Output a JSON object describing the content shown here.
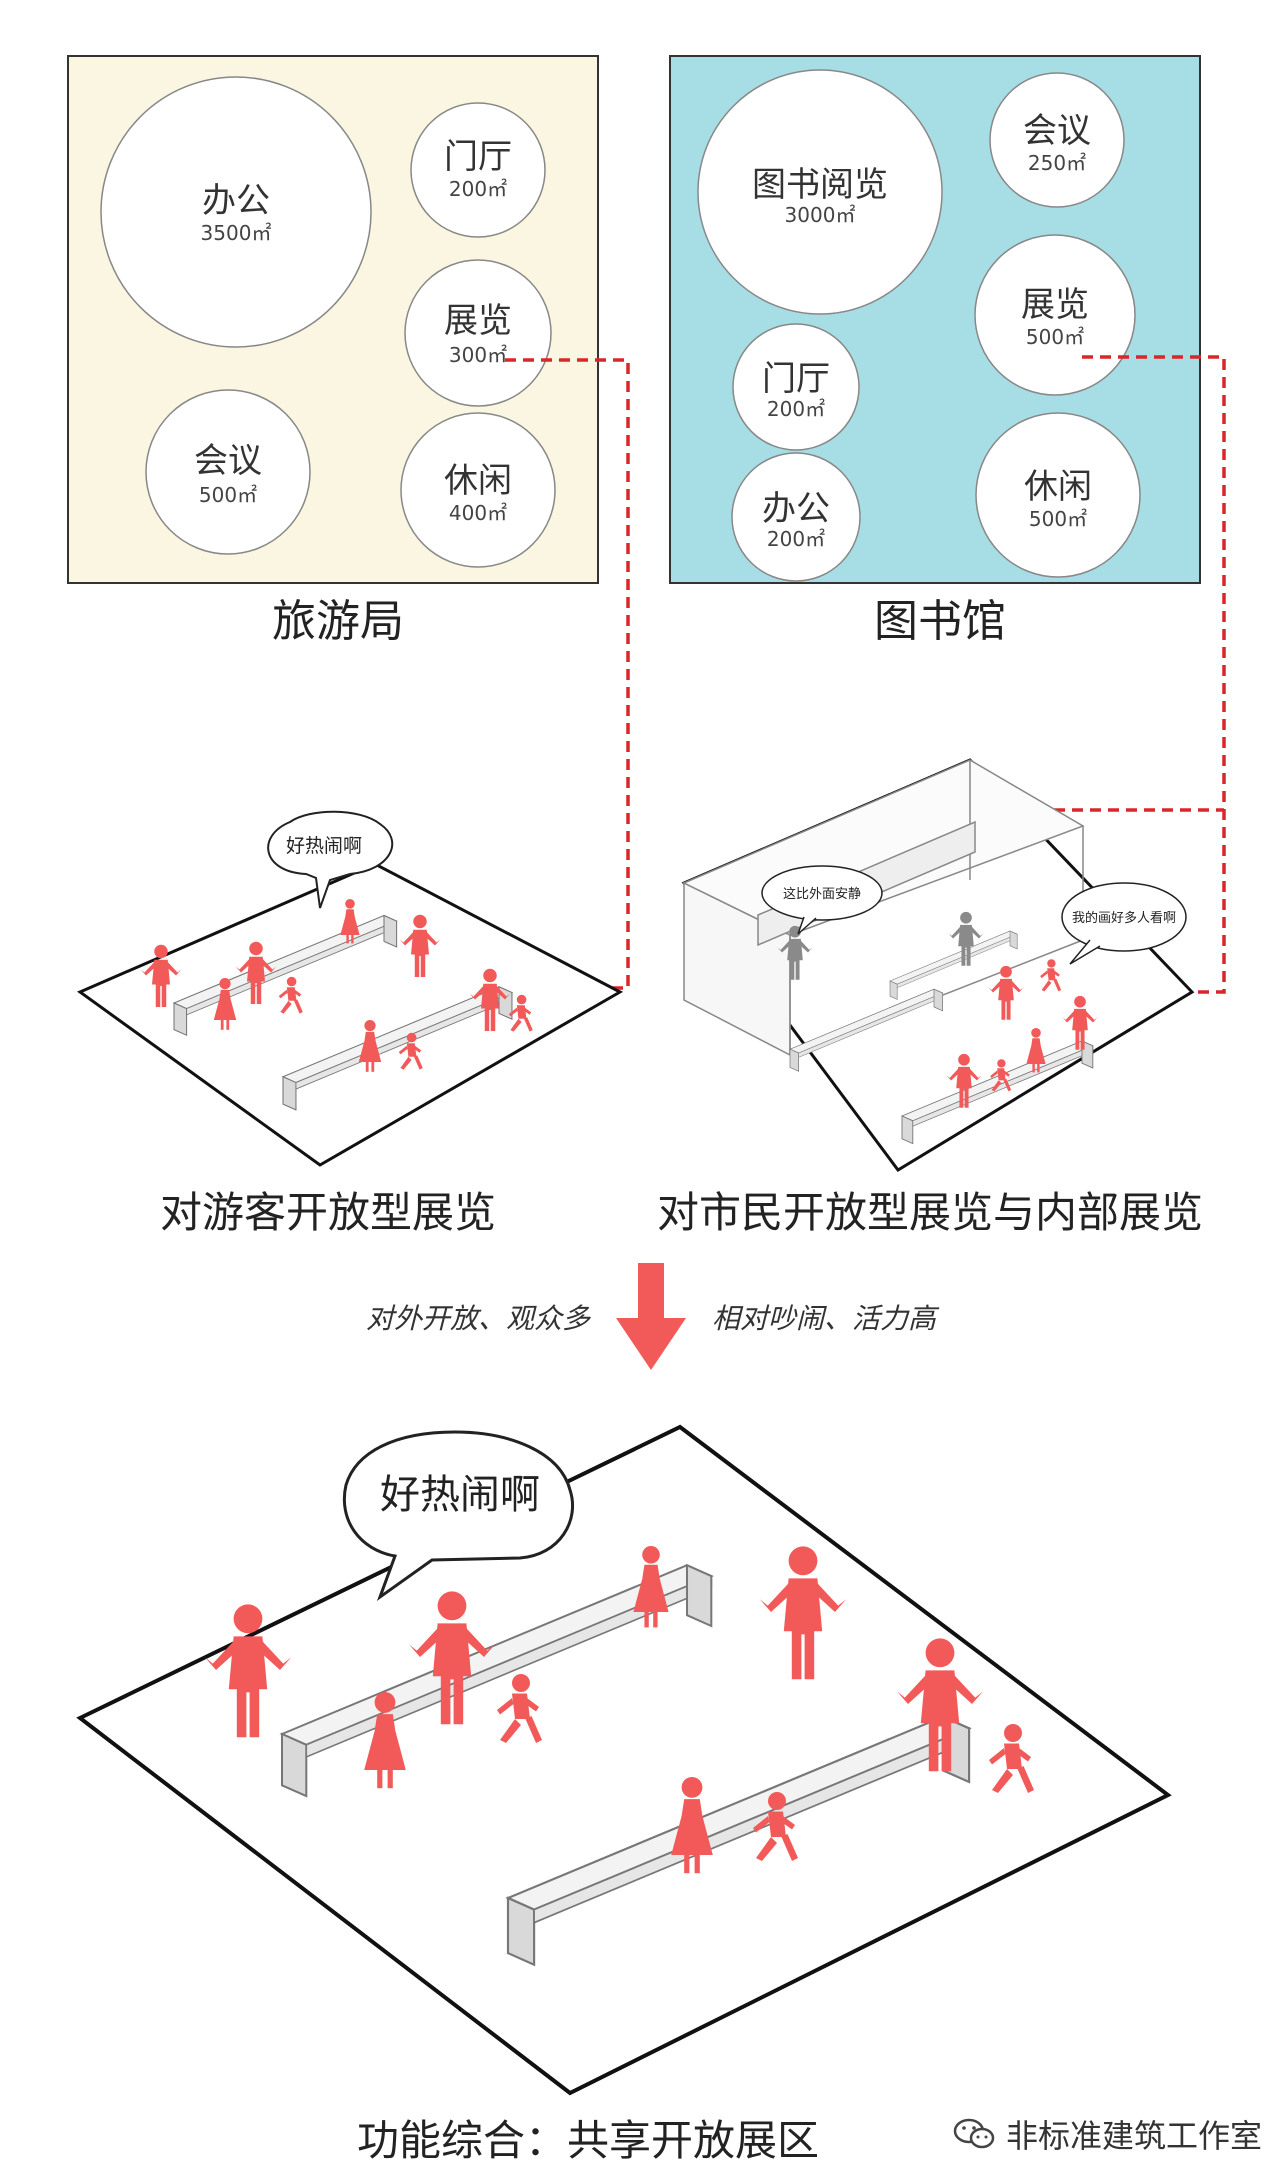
{
  "panels": [
    {
      "title": "旅游局",
      "bg": "#fbf6e1",
      "rooms": [
        {
          "name": "办公",
          "area": "3500㎡"
        },
        {
          "name": "门厅",
          "area": "200㎡"
        },
        {
          "name": "展览",
          "area": "300㎡"
        },
        {
          "name": "会议",
          "area": "500㎡"
        },
        {
          "name": "休闲",
          "area": "400㎡"
        }
      ]
    },
    {
      "title": "图书馆",
      "bg": "#a7dde4",
      "rooms": [
        {
          "name": "图书阅览",
          "area": "3000㎡"
        },
        {
          "name": "会议",
          "area": "250㎡"
        },
        {
          "name": "展览",
          "area": "500㎡"
        },
        {
          "name": "门厅",
          "area": "200㎡"
        },
        {
          "name": "办公",
          "area": "200㎡"
        },
        {
          "name": "休闲",
          "area": "500㎡"
        }
      ]
    }
  ],
  "middle": {
    "left_caption": "对游客开放型展览",
    "right_caption": "对市民开放型展览与内部展览",
    "left_bubble": "好热闹啊",
    "right_bubble_quiet": "这比外面安静",
    "right_bubble_crowd": "我的画好多人看啊"
  },
  "transition": {
    "left_note": "对外开放、观众多",
    "right_note": "相对吵闹、活力高"
  },
  "bottom": {
    "bubble": "好热闹啊",
    "caption": "功能综合：共享开放展区"
  },
  "watermark": "非标准建筑工作室",
  "colors": {
    "accent_red": "#f25a5a",
    "dash_red": "#d9262b",
    "gray_figure": "#8a8a8a"
  }
}
